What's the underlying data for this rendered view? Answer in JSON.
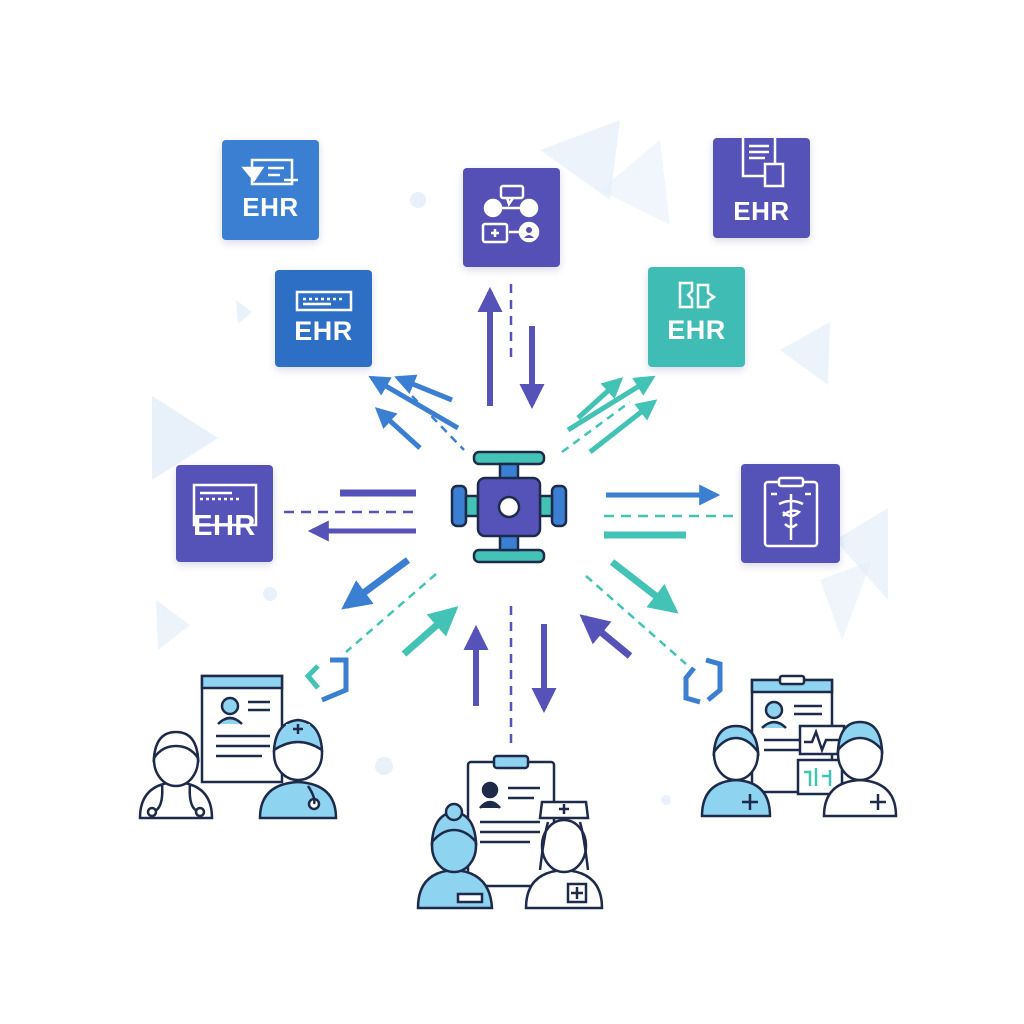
{
  "diagram": {
    "hub": {
      "icon": "central-hub-connector-icon"
    },
    "nodes": [
      {
        "id": "top-left-upper",
        "label": "EHR",
        "color": "#3a7fd1",
        "icon": "ehr-workflow-icon"
      },
      {
        "id": "top-left-lower",
        "label": "EHR",
        "color": "#2d6fc4",
        "icon": "ehr-keyboard-icon"
      },
      {
        "id": "left",
        "label": "EHR",
        "color": "#5552b8",
        "icon": "ehr-form-icon"
      },
      {
        "id": "top-center",
        "icon": "care-team-network-icon",
        "color": "#5450b6"
      },
      {
        "id": "top-right-upper",
        "label": "EHR",
        "color": "#5552b8",
        "icon": "ehr-document-icon"
      },
      {
        "id": "top-right-lower",
        "label": "EHR",
        "color": "#3fbcb4",
        "icon": "ehr-puzzle-icon"
      },
      {
        "id": "right",
        "icon": "medical-caduceus-clipboard-icon",
        "color": "#5552b8"
      }
    ],
    "care_teams": [
      {
        "id": "bottom-left",
        "icon": "doctor-and-nurse-with-record-icon"
      },
      {
        "id": "bottom-center",
        "icon": "nurses-with-clipboard-icon"
      },
      {
        "id": "bottom-right",
        "icon": "clinicians-with-vitals-chart-icon"
      }
    ],
    "colors": {
      "indigo": "#5552b8",
      "blue": "#3a7fd1",
      "teal": "#43c2b6",
      "light_blue": "#8ed3ef",
      "outline": "#1e2a4a",
      "decor": "#e3ebf8"
    }
  }
}
